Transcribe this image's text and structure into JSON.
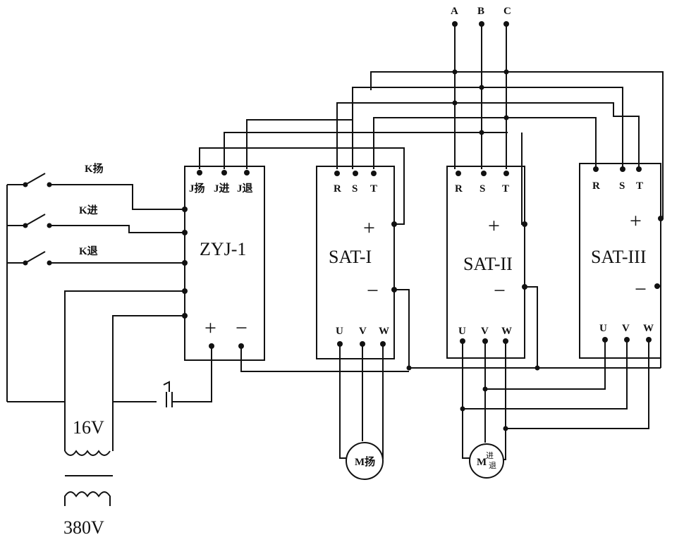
{
  "phases": [
    "A",
    "B",
    "C"
  ],
  "switches": [
    "K扬",
    "K进",
    "K退"
  ],
  "controller": {
    "name": "ZYJ-1",
    "terminals": [
      "J扬",
      "J进",
      "J退"
    ],
    "plus": "+",
    "minus": "−"
  },
  "sat_units": [
    {
      "name": "SAT-I",
      "inputs": [
        "R",
        "S",
        "T"
      ],
      "outputs": [
        "U",
        "V",
        "W"
      ],
      "plus": "+",
      "minus": "−"
    },
    {
      "name": "SAT-II",
      "inputs": [
        "R",
        "S",
        "T"
      ],
      "outputs": [
        "U",
        "V",
        "W"
      ],
      "plus": "+",
      "minus": "−"
    },
    {
      "name": "SAT-III",
      "inputs": [
        "R",
        "S",
        "T"
      ],
      "outputs": [
        "U",
        "V",
        "W"
      ],
      "plus": "+",
      "minus": "−"
    }
  ],
  "transformer": {
    "secondary": "16V",
    "primary": "380V"
  },
  "motors": [
    {
      "main": "M扬",
      "sup": "",
      "sub": ""
    },
    {
      "main": "M",
      "sup": "进",
      "sub": "退"
    }
  ]
}
